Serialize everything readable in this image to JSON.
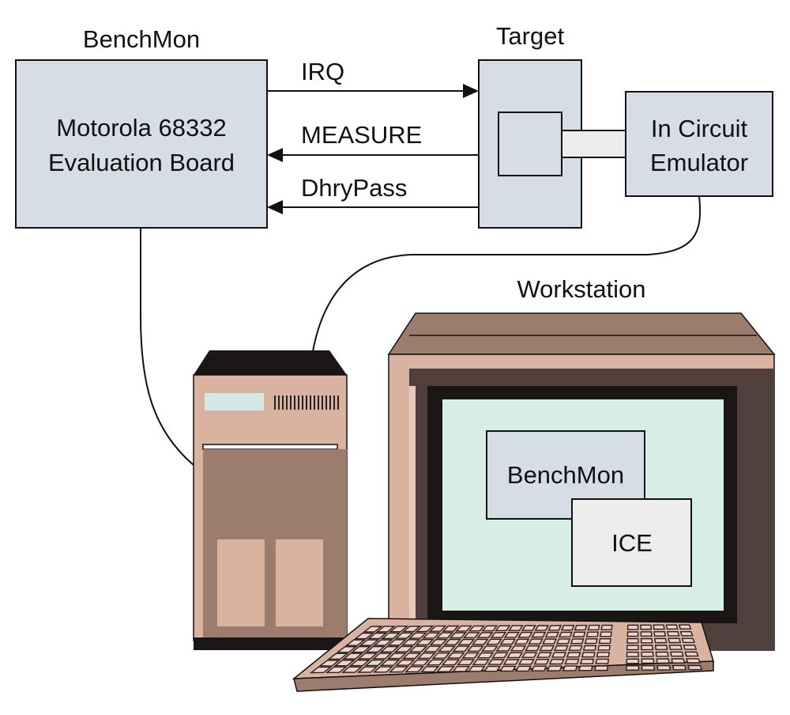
{
  "labels": {
    "benchmon_title": "BenchMon",
    "board_line1": "Motorola 68332",
    "board_line2": "Evaluation Board",
    "target_title": "Target",
    "emulator_line1": "In Circuit",
    "emulator_line2": "Emulator",
    "workstation_title": "Workstation",
    "screen_window_benchmon": "BenchMon",
    "screen_window_ice": "ICE"
  },
  "signals": {
    "irq": "IRQ",
    "measure": "MEASURE",
    "dhrypass": "DhryPass"
  },
  "colors": {
    "box_fill": "#d6dde6",
    "screen_fill": "#d6eee6",
    "ice_window_fill": "#ededed",
    "beige": "#d9b3a0",
    "brown": "#9c7c6c",
    "dark_frame": "#4f3f3d",
    "black": "#1a1616",
    "panel_fill": "#d4e8e4",
    "key_fill": "#f4d0c8"
  }
}
